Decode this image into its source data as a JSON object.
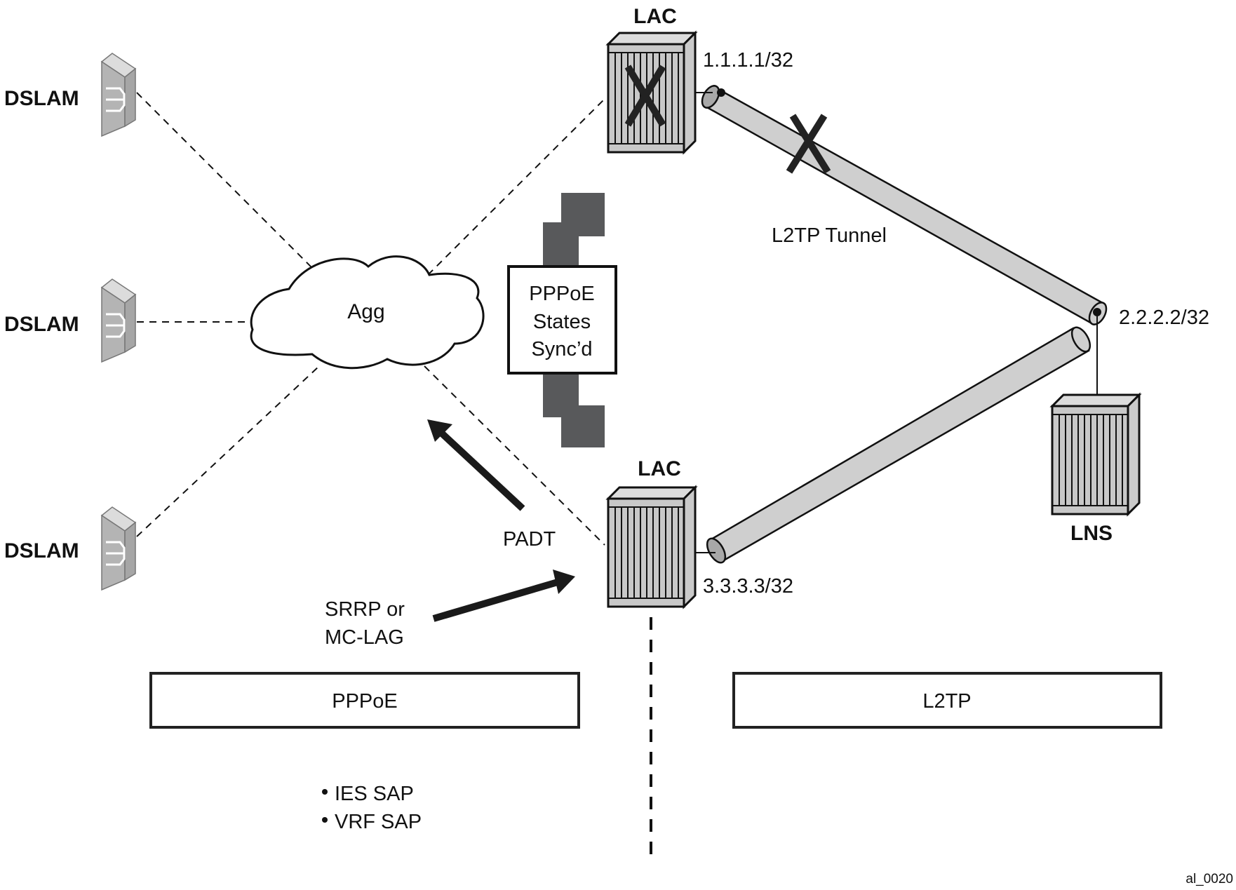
{
  "diagram": {
    "title": "PPPoE / L2TP LAC redundancy",
    "figure_id": "al_0020",
    "colors": {
      "line": "#111111",
      "device_fill": "#c9c9c9",
      "device_top": "#dcdcdc",
      "tunnel_fill": "#cfcfcf",
      "sync_block": "#58595b",
      "background": "#ffffff"
    },
    "dslams": [
      {
        "label": "DSLAM"
      },
      {
        "label": "DSLAM"
      },
      {
        "label": "DSLAM"
      }
    ],
    "agg_cloud": {
      "label": "Agg"
    },
    "lac_top": {
      "label": "LAC",
      "address": "1.1.1.1/32",
      "failed": true
    },
    "lac_bottom": {
      "label": "LAC",
      "address": "3.3.3.3/32"
    },
    "lns": {
      "label": "LNS",
      "address": "2.2.2.2/32"
    },
    "tunnel": {
      "label": "L2TP Tunnel",
      "failed": true
    },
    "sync_box": {
      "lines": [
        "PPPoE",
        "States",
        "Sync’d"
      ]
    },
    "arrows": {
      "padt": {
        "label": "PADT"
      },
      "srrp": {
        "lines": [
          "SRRP or",
          "MC-LAG"
        ]
      }
    },
    "sections": {
      "pppoe": {
        "label": "PPPoE"
      },
      "l2tp": {
        "label": "L2TP"
      }
    },
    "bullets": [
      "IES SAP",
      "VRF SAP"
    ]
  }
}
